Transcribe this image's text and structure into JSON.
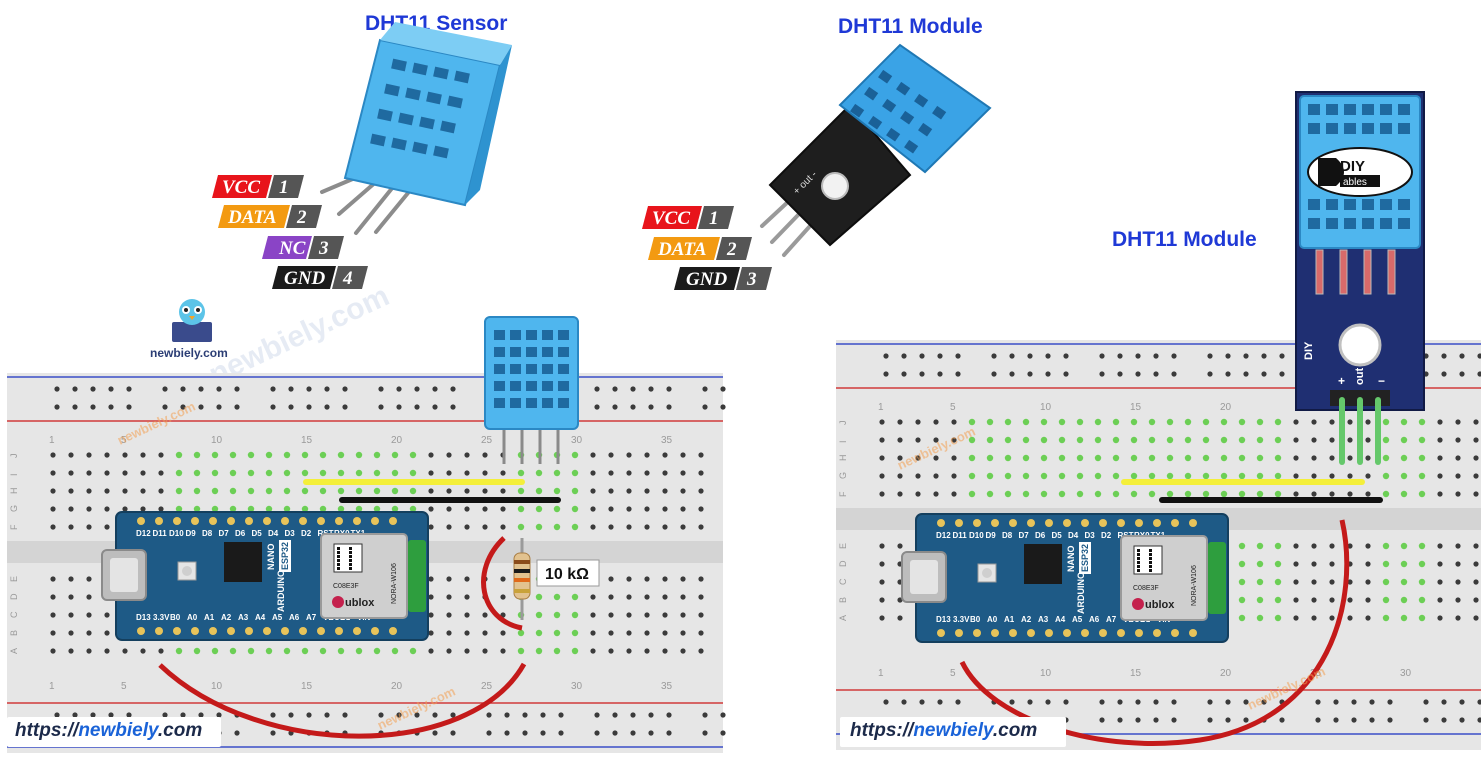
{
  "titles": {
    "sensor": "DHT11 Sensor",
    "module_top": "DHT11 Module",
    "module_side": "DHT11 Module"
  },
  "sensor_pins": [
    {
      "name": "VCC",
      "num": "1",
      "color": "#e8141b"
    },
    {
      "name": "DATA",
      "num": "2",
      "color": "#f39a11"
    },
    {
      "name": "NC",
      "num": "3",
      "color": "#8a44c6"
    },
    {
      "name": "GND",
      "num": "4",
      "color": "#1b1b1b"
    }
  ],
  "module_pins": [
    {
      "name": "VCC",
      "num": "1",
      "color": "#e8141b"
    },
    {
      "name": "DATA",
      "num": "2",
      "color": "#f39a11"
    },
    {
      "name": "GND",
      "num": "3",
      "color": "#1b1b1b"
    }
  ],
  "resistor_label": "10 kΩ",
  "logo_text": "newbiely.com",
  "watermark": "newbiely.com",
  "url": {
    "prefix": "https://",
    "brand": "newbiely",
    "suffix": ".com"
  },
  "board": {
    "top_pins": [
      "D12",
      "D11",
      "D10",
      "D9",
      "D8",
      "D7",
      "D6",
      "D5",
      "D4",
      "D3",
      "D2",
      "RST",
      "RX0",
      "TX1"
    ],
    "bottom_pins": [
      "D13",
      "3.3V",
      "B0",
      "A0",
      "A1",
      "A2",
      "A3",
      "A4",
      "A5",
      "A6",
      "A7",
      "VBUS",
      "B1",
      "VIN"
    ],
    "brand": "ARDUINO",
    "model": "NANO",
    "variant": "ESP32",
    "module_brand": "ublox",
    "module_code": "C08E3F",
    "module_part": "NORA-W106"
  },
  "breadboard": {
    "row_letters_top": [
      "J",
      "I",
      "H",
      "G",
      "F"
    ],
    "row_letters_bottom": [
      "E",
      "D",
      "C",
      "B",
      "A"
    ],
    "column_numbers": [
      "1",
      "5",
      "10",
      "15",
      "20",
      "25",
      "30",
      "35"
    ],
    "column_numbers_right": [
      "1",
      "5",
      "10",
      "15",
      "20",
      "25",
      "30"
    ]
  },
  "diy_logo": {
    "line1": "DIY",
    "line2": "ables"
  },
  "module_marks": {
    "plus": "+",
    "out": "out",
    "minus": "−"
  },
  "colors": {
    "title": "#1f39d6",
    "brand_blue": "#1a63d8",
    "sensor_blue": "#3aa3e6",
    "board_teal": "#1e5a86",
    "wire_red": "#c41a1a",
    "wire_yellow": "#f4ef3a",
    "wire_green": "#65c86b"
  }
}
